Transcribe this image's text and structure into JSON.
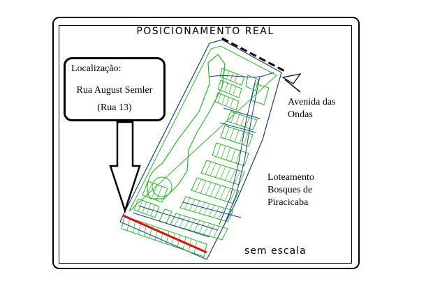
{
  "map_title": "POSICIONAMENTO REAL",
  "location_box": {
    "heading": "Localização:",
    "street": "Rua August Semler",
    "street_alt": "(Rua 13)"
  },
  "avenue_label": [
    "Avenida das",
    "Ondas"
  ],
  "development_label": [
    "Loteamento",
    "Bosques de",
    "Piracicaba"
  ],
  "scale_note": "sem escala",
  "colors": {
    "lots": "#22bb22",
    "roads": "#1a3c8c",
    "highlight": "#e01010",
    "ink": "#000000"
  }
}
